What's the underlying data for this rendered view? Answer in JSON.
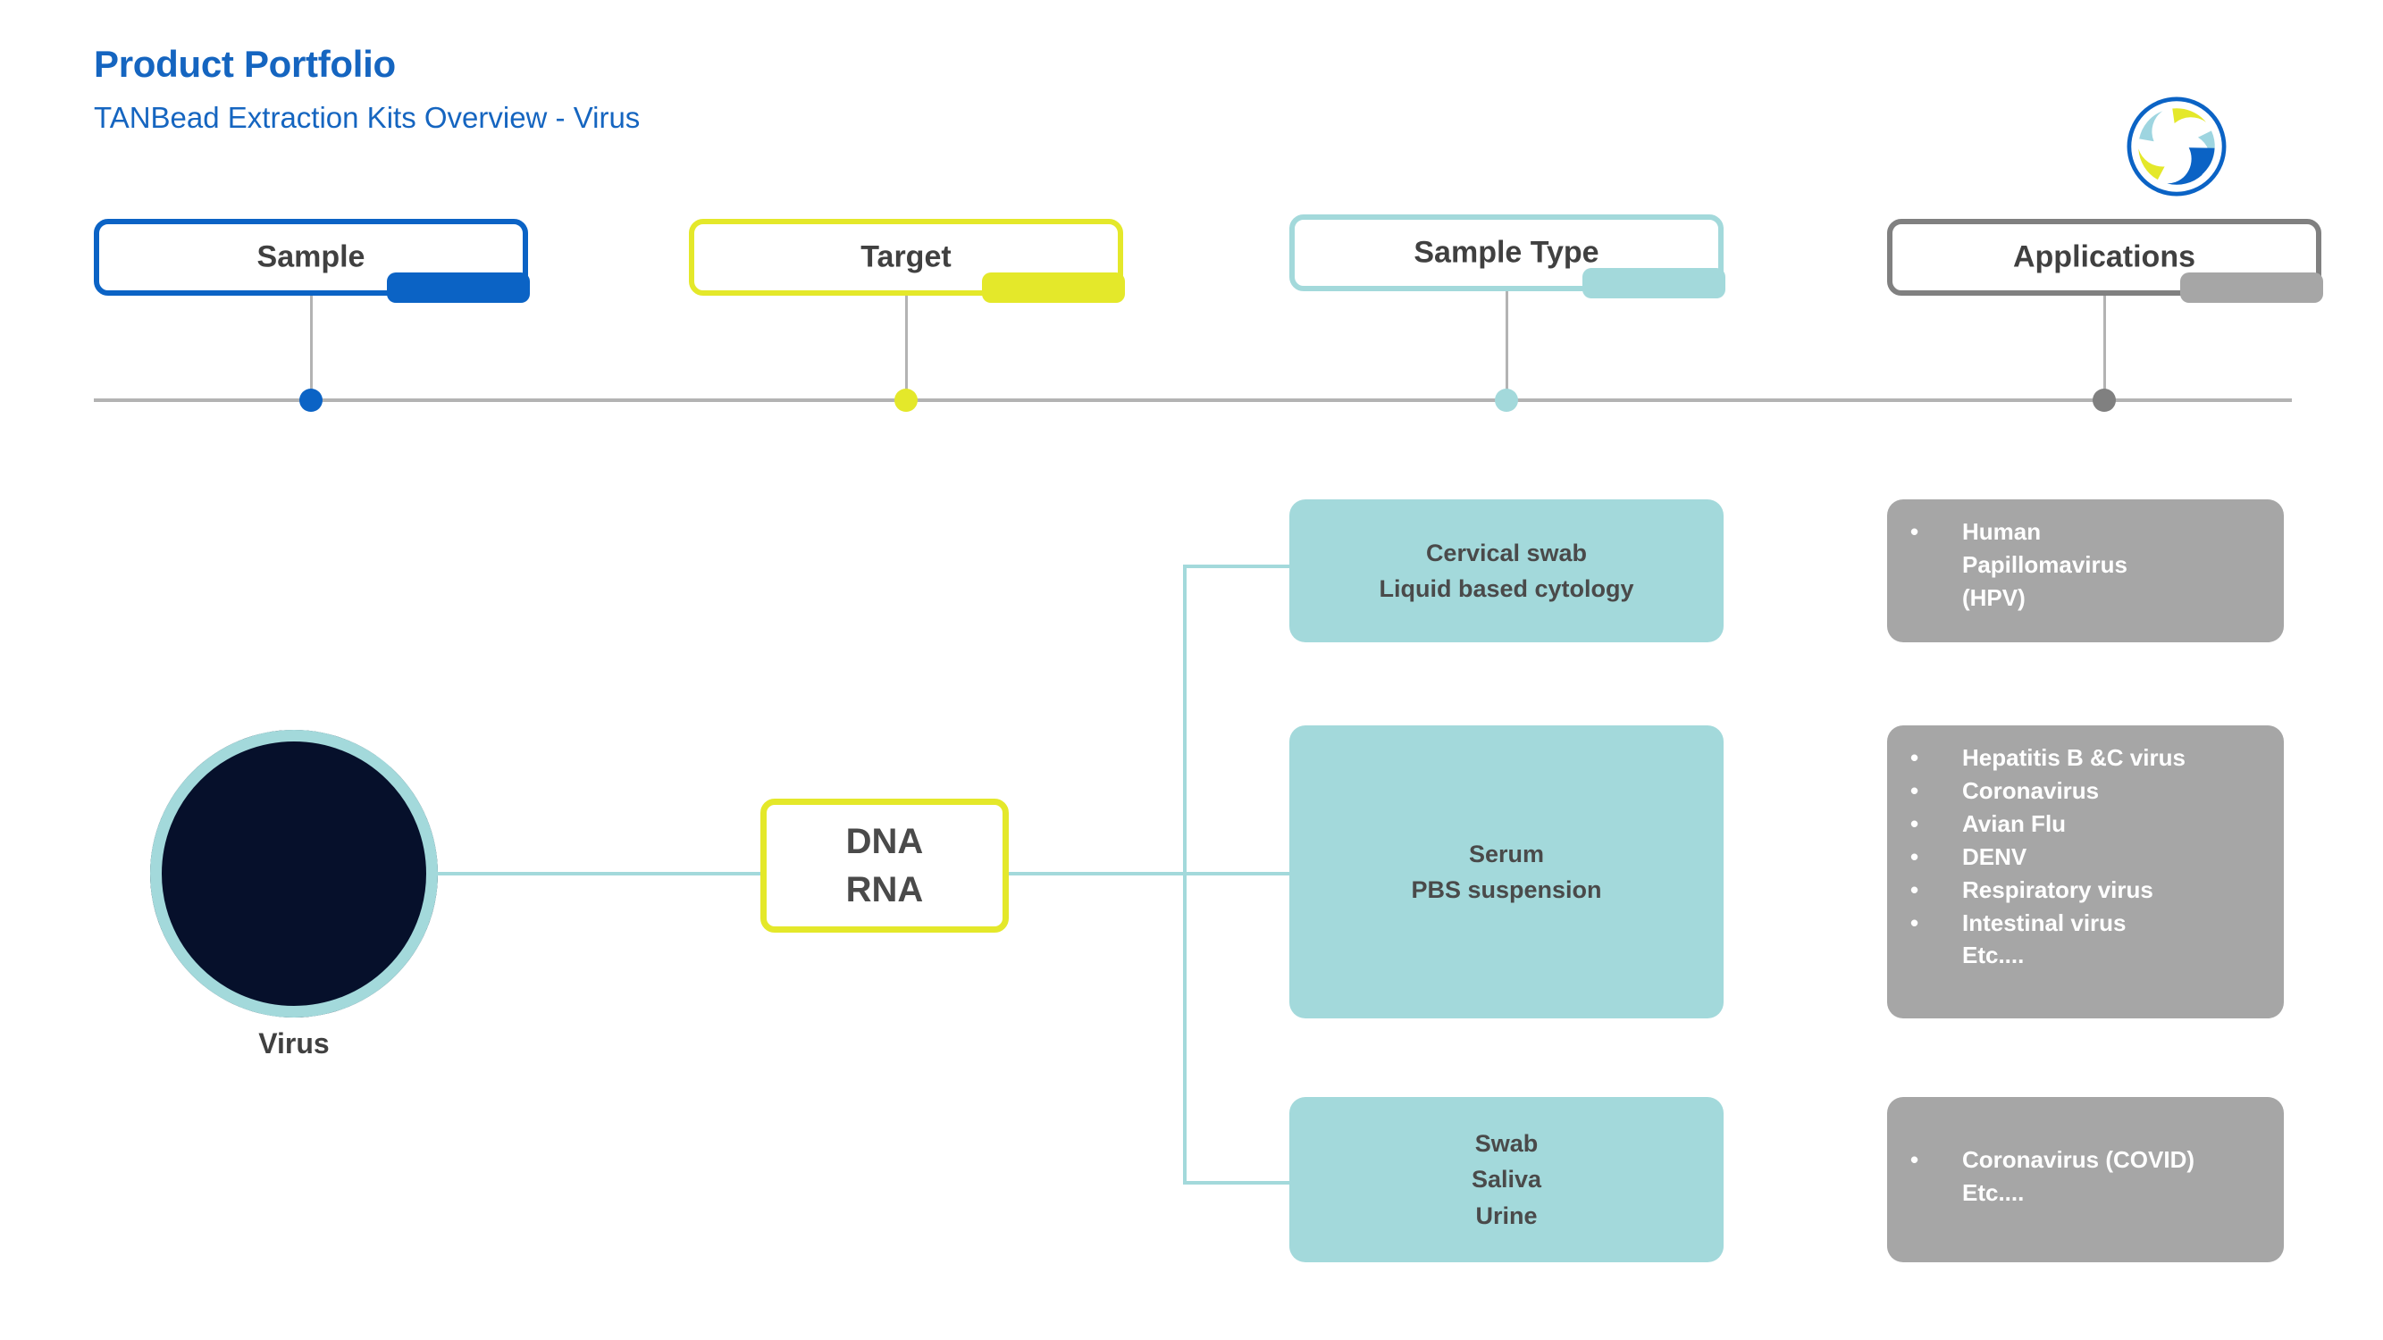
{
  "header": {
    "title": "Product Portfolio",
    "subtitle": "TANBead Extraction Kits Overview - Virus",
    "logo_icon": "tanbead-swirl-logo-icon"
  },
  "colors": {
    "brand_blue": "#1565c0",
    "sample_blue": "#0b63c5",
    "target_yellow": "#e4e82a",
    "sample_type_teal": "#a3d9db",
    "applications_gray": "#808080",
    "axis_gray": "#b3b3b3",
    "text_gray": "#404040"
  },
  "timeline": {
    "stages": [
      {
        "label": "Sample",
        "color": "#0b63c5",
        "dot_color": "#0b63c5"
      },
      {
        "label": "Target",
        "color": "#e4e82a",
        "dot_color": "#e4e82a"
      },
      {
        "label": "Sample Type",
        "color": "#a3d9db",
        "dot_color": "#a3d9db"
      },
      {
        "label": "Applications",
        "color": "#808080",
        "dot_color": "#808080"
      }
    ]
  },
  "sample": {
    "label": "Virus",
    "image_icon": "virus-micrograph-image"
  },
  "target": {
    "lines": [
      "DNA",
      "RNA"
    ]
  },
  "sample_types": [
    {
      "lines": [
        "Cervical swab",
        "Liquid based cytology"
      ]
    },
    {
      "lines": [
        "Serum",
        "PBS suspension"
      ]
    },
    {
      "lines": [
        "Swab",
        "Saliva",
        "Urine"
      ]
    }
  ],
  "applications": [
    {
      "bullets": [
        {
          "bullet": true,
          "text": "Human"
        },
        {
          "bullet": false,
          "text": "Papillomavirus"
        },
        {
          "bullet": false,
          "text": "(HPV)"
        }
      ]
    },
    {
      "bullets": [
        {
          "bullet": true,
          "text": "Hepatitis B &C virus"
        },
        {
          "bullet": true,
          "text": "Coronavirus"
        },
        {
          "bullet": true,
          "text": "Avian Flu"
        },
        {
          "bullet": true,
          "text": "DENV"
        },
        {
          "bullet": true,
          "text": "Respiratory virus"
        },
        {
          "bullet": true,
          "text": "Intestinal virus"
        },
        {
          "bullet": false,
          "text": "Etc...."
        }
      ]
    },
    {
      "bullets": [
        {
          "bullet": true,
          "text": "Coronavirus (COVID)"
        },
        {
          "bullet": false,
          "text": "Etc...."
        }
      ]
    }
  ],
  "bullet_glyph": "•"
}
